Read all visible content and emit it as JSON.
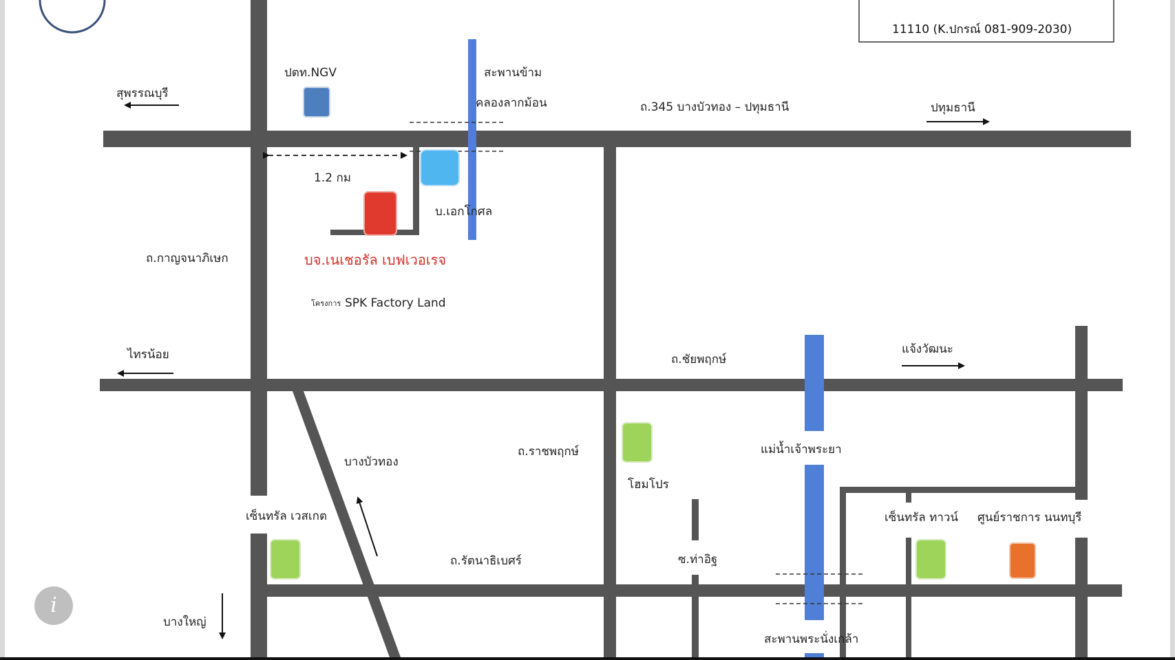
{
  "contact_box": {
    "text": "11110 (K.ปกรณ์ 081-909-2030)"
  },
  "labels": {
    "ngv": "ปตท.NGV",
    "suphan": "สุพรรณบุรี",
    "bridge1": "สะพานข้าม",
    "bridge2": "คลองลากม้อน",
    "road345": "ถ.345 บางบัวทอง – ปทุมธานี",
    "pathum": "ปทุมธานี",
    "distance": "1.2 กม",
    "ekkosol": "บ.เอกโกศล",
    "kanchana": "ถ.กาญจนาภิเษก",
    "company": "บจ.เนเชอรัล เบฟเวอเรจ",
    "project_prefix": "โครงการ",
    "project": "SPK Factory Land",
    "sainoi": "ไทรน้อย",
    "chaiyaphruek": "ถ.ชัยพฤกษ์",
    "chaengwattana": "แจ้งวัฒนะ",
    "bangbuathong": "บางบัวทอง",
    "ratchaphruek": "ถ.ราชพฤกษ์",
    "homepro": "โฮมโปร",
    "river": "แม่น้ำเจ้าพระยา",
    "westgate": "เซ็นทรัล เวสเกต",
    "rattanathibet": "ถ.รัตนาธิเบศร์",
    "thaitsit": "ซ.ท่าอิฐ",
    "central_town": "เซ็นทรัล ทาวน์",
    "gov_center": "ศูนย์ราชการ นนทบุรี",
    "bangyai": "บางใหญ่",
    "nangklao": "สะพานพระนั่งเกล้า"
  },
  "info_button": {
    "glyph": "i"
  },
  "colors": {
    "road": "#555555",
    "river": "#4f7fd6",
    "company": "#e03a2e",
    "ngv": "#4d7fbf",
    "ekkosol": "#4fb6ef",
    "mall": "#9fd45a",
    "gov": "#e8722b",
    "company_text": "#d3302a"
  }
}
